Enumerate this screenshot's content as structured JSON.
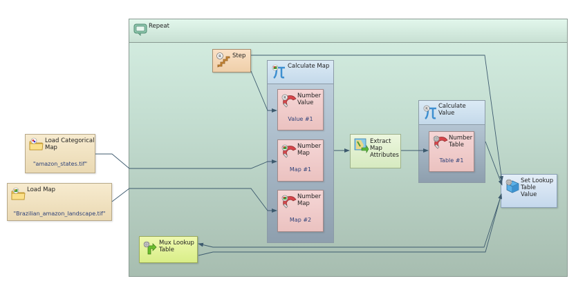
{
  "repeat": {
    "title": "Repeat",
    "icon": "repeat-icon"
  },
  "step": {
    "title": "Step",
    "icon": "step-icon"
  },
  "load_categorical_map": {
    "title_line1": "Load Categorical",
    "title_line2": "Map",
    "value": "\"amazon_states.tif\"",
    "icon": "folder-icon"
  },
  "load_map": {
    "title": "Load Map",
    "value": "\"Brazilian_amazon_landscape.tif\"",
    "icon": "folder-icon"
  },
  "calculate_map": {
    "title": "Calculate Map",
    "icon": "pi-icon",
    "inputs": [
      {
        "title_line1": "Number",
        "title_line2": "Value",
        "value": "Value #1",
        "icon": "magnet-icon"
      },
      {
        "title_line1": "Number",
        "title_line2": "Map",
        "value": "Map #1",
        "icon": "magnet-icon"
      },
      {
        "title_line1": "Number",
        "title_line2": "Map",
        "value": "Map #2",
        "icon": "magnet-icon"
      }
    ]
  },
  "extract_map_attributes": {
    "line1": "Extract",
    "line2": "Map",
    "line3": "Attributes",
    "icon": "map-extract-icon"
  },
  "calculate_value": {
    "title_line1": "Calculate",
    "title_line2": "Value",
    "icon": "pi-icon",
    "inputs": [
      {
        "title_line1": "Number",
        "title_line2": "Table",
        "value": "Table #1",
        "icon": "magnet-icon"
      }
    ]
  },
  "set_lookup_table_value": {
    "line1": "Set Lookup",
    "line2": "Table",
    "line3": "Value",
    "icon": "cube-icon"
  },
  "mux_lookup_table": {
    "line1": "Mux Lookup",
    "line2": "Table",
    "icon": "mux-icon"
  },
  "colors": {
    "wire": "#3d5a6e",
    "value_text": "#2a3f78"
  }
}
